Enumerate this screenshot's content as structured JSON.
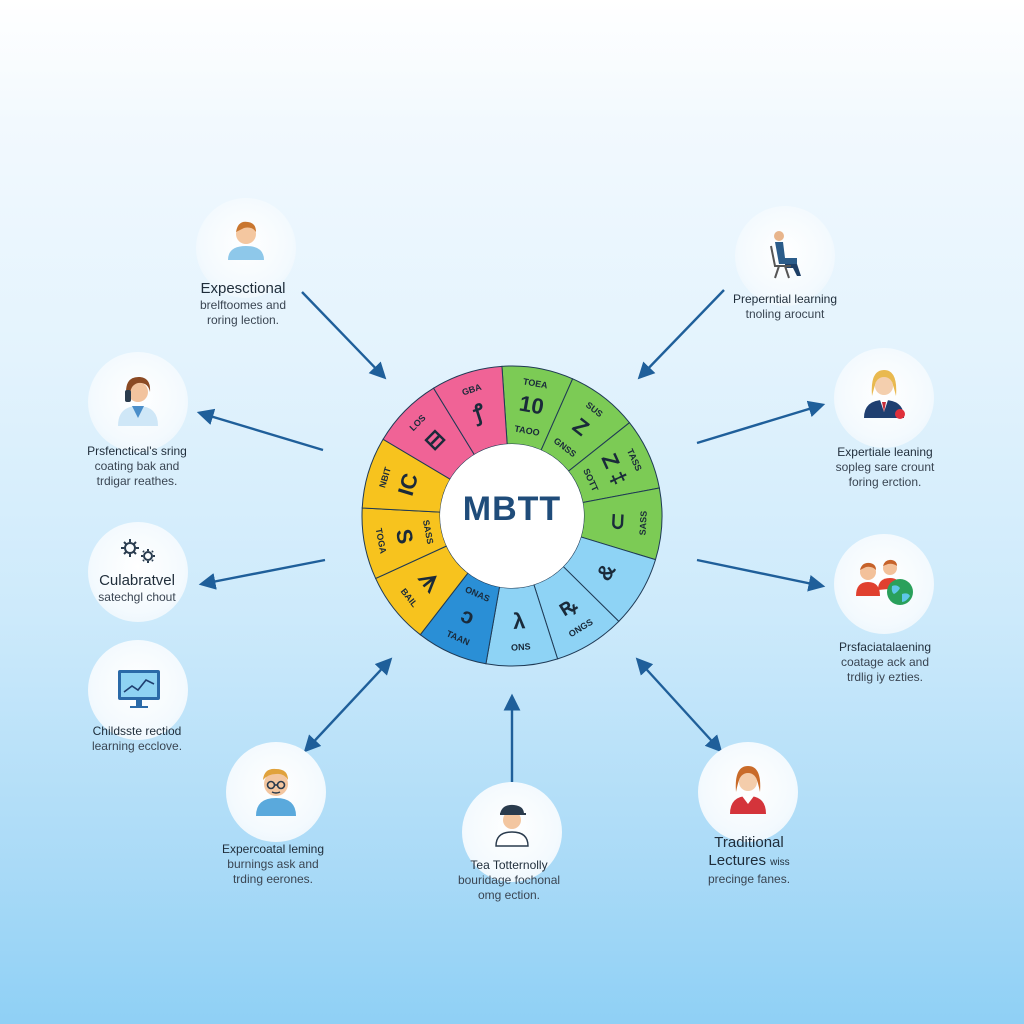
{
  "center": {
    "title": "MBTT"
  },
  "wheel_segments": [
    {
      "color": "#7ccb55",
      "labels": [
        "TOEA",
        "10",
        "TAOO"
      ]
    },
    {
      "color": "#7ccb55",
      "labels": [
        "SUS",
        "Z",
        "GNSS"
      ]
    },
    {
      "color": "#7ccb55",
      "labels": [
        "TASS",
        "Z ‡",
        "SOTT"
      ]
    },
    {
      "color": "#7ccb55",
      "labels": [
        "SASS",
        "⊂"
      ]
    },
    {
      "color": "#8ed3f5",
      "labels": [
        "&"
      ]
    },
    {
      "color": "#8ed3f5",
      "labels": [
        "ONGS",
        "ꝶ"
      ]
    },
    {
      "color": "#8ed3f5",
      "labels": [
        "ONS",
        "λ"
      ]
    },
    {
      "color": "#2a8fd6",
      "labels": [
        "TAAN",
        "ↄ",
        "ONAS"
      ]
    },
    {
      "color": "#f7c31e",
      "labels": [
        "BAIL",
        "ᗑ"
      ]
    },
    {
      "color": "#f7c31e",
      "labels": [
        "TOGA",
        "S",
        "SASS"
      ]
    },
    {
      "color": "#f7c31e",
      "labels": [
        "NBIT",
        "IC"
      ]
    },
    {
      "color": "#f06396",
      "labels": [
        "LOS",
        "⊟"
      ]
    },
    {
      "color": "#f06396",
      "labels": [
        "GBA",
        "ꝭ"
      ]
    }
  ],
  "nodes": [
    {
      "id": "n1",
      "icon": "person-icon",
      "title": "Expesctional",
      "lines": [
        "brelftoomes and",
        "roring lection."
      ]
    },
    {
      "id": "n2",
      "icon": "person-on-chair-icon",
      "title": "Preperntial learning",
      "lines": [
        "tnoling arocunt"
      ]
    },
    {
      "id": "n3",
      "icon": "woman-on-phone-icon",
      "title": "Prsfenctical's sring",
      "lines": [
        "coating bak and",
        "trdigar reathes."
      ]
    },
    {
      "id": "n4",
      "icon": "businesswoman-icon",
      "title": "Expertiale leaning",
      "lines": [
        "sopleg sare crount",
        "foring erction."
      ]
    },
    {
      "id": "n5",
      "icon": "gears-icon",
      "title": "Culabratvel",
      "lines": [
        "satechgl chout"
      ]
    },
    {
      "id": "n6",
      "icon": "people-globe-icon",
      "title": "Prsfaciatalaening",
      "lines": [
        "coatage ack and",
        "trdlig iy ezties."
      ]
    },
    {
      "id": "n7",
      "icon": "monitor-chart-icon",
      "title": "Childsste rectiod",
      "lines": [
        "learning ecclove."
      ]
    },
    {
      "id": "n8",
      "icon": "man-with-glasses-icon",
      "title": "Expercoatal leming",
      "lines": [
        "burnings ask and",
        "trding eerones."
      ]
    },
    {
      "id": "n9",
      "icon": "man-with-cap-icon",
      "title": "Tea Totternolly",
      "lines": [
        "bouridage fochonal",
        "omg ection."
      ]
    },
    {
      "id": "n10",
      "icon": "woman-red-shirt-icon",
      "title": "Traditional",
      "title2": "Lectures",
      "title2_suffix": "wiss",
      "lines": [
        "precinge fanes."
      ]
    }
  ],
  "colors": {
    "arrow": "#1f5f9a",
    "center_text": "#1f4c7a"
  }
}
